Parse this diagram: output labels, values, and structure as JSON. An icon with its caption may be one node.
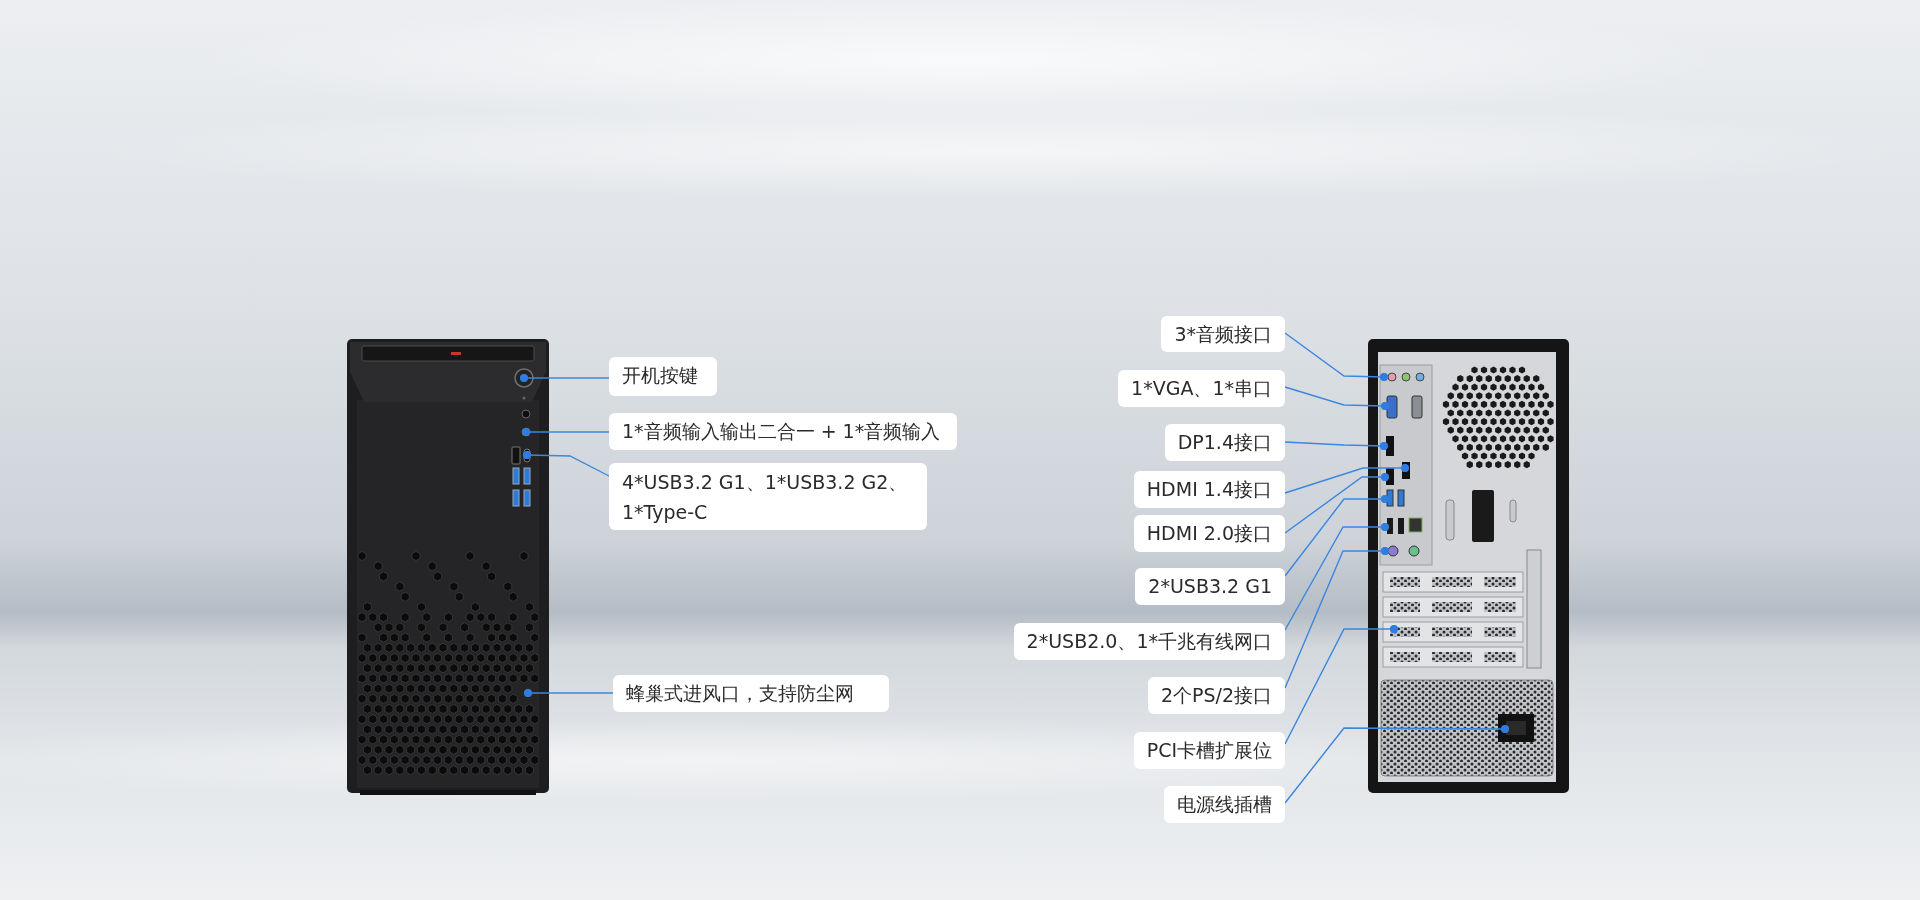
{
  "diagram": {
    "nodes": [
      {
        "text": [
          "开机按键"
        ]
      },
      {
        "text": [
          "1*音频输入输出二合一 + 1*音频输入"
        ]
      },
      {
        "text": [
          "4*USB3.2 G1、1*USB3.2 G2、1*Type-C"
        ]
      },
      {
        "text": [
          "蜂巢式进风口，支持防尘网"
        ]
      },
      {
        "text": [
          "3*音频接口"
        ]
      },
      {
        "text": [
          "1*VGA、1*串口"
        ]
      },
      {
        "text": [
          "DP1.4接口"
        ]
      },
      {
        "text": [
          "HDMI 1.4接口"
        ]
      },
      {
        "text": [
          "HDMI 2.0接口"
        ]
      },
      {
        "text": [
          "2*USB3.2 G1"
        ]
      },
      {
        "text": [
          "2*USB2.0、1*千兆有线网口"
        ]
      },
      {
        "text": [
          "2个PS/2接口"
        ]
      },
      {
        "text": [
          "PCI卡槽扩展位"
        ]
      },
      {
        "text": [
          "电源线插槽"
        ]
      }
    ],
    "edges": [
      {
        "from": 0,
        "to": null,
        "arrow": "other"
      },
      {
        "from": 1,
        "to": null,
        "arrow": "other"
      },
      {
        "from": 2,
        "to": null,
        "arrow": "other"
      },
      {
        "from": 3,
        "to": null,
        "arrow": "other"
      },
      {
        "from": 4,
        "to": null,
        "arrow": "other"
      },
      {
        "from": 5,
        "to": null,
        "arrow": "other"
      },
      {
        "from": 6,
        "to": null,
        "arrow": "other"
      },
      {
        "from": 7,
        "to": null,
        "arrow": "other"
      },
      {
        "from": 8,
        "to": null,
        "arrow": "other"
      },
      {
        "from": 9,
        "to": null,
        "arrow": "other"
      },
      {
        "from": 10,
        "to": null,
        "arrow": "other"
      },
      {
        "from": 11,
        "to": null,
        "arrow": "other"
      },
      {
        "from": 12,
        "to": null,
        "arrow": "other"
      },
      {
        "from": 13,
        "to": null,
        "arrow": "other"
      }
    ]
  }
}
